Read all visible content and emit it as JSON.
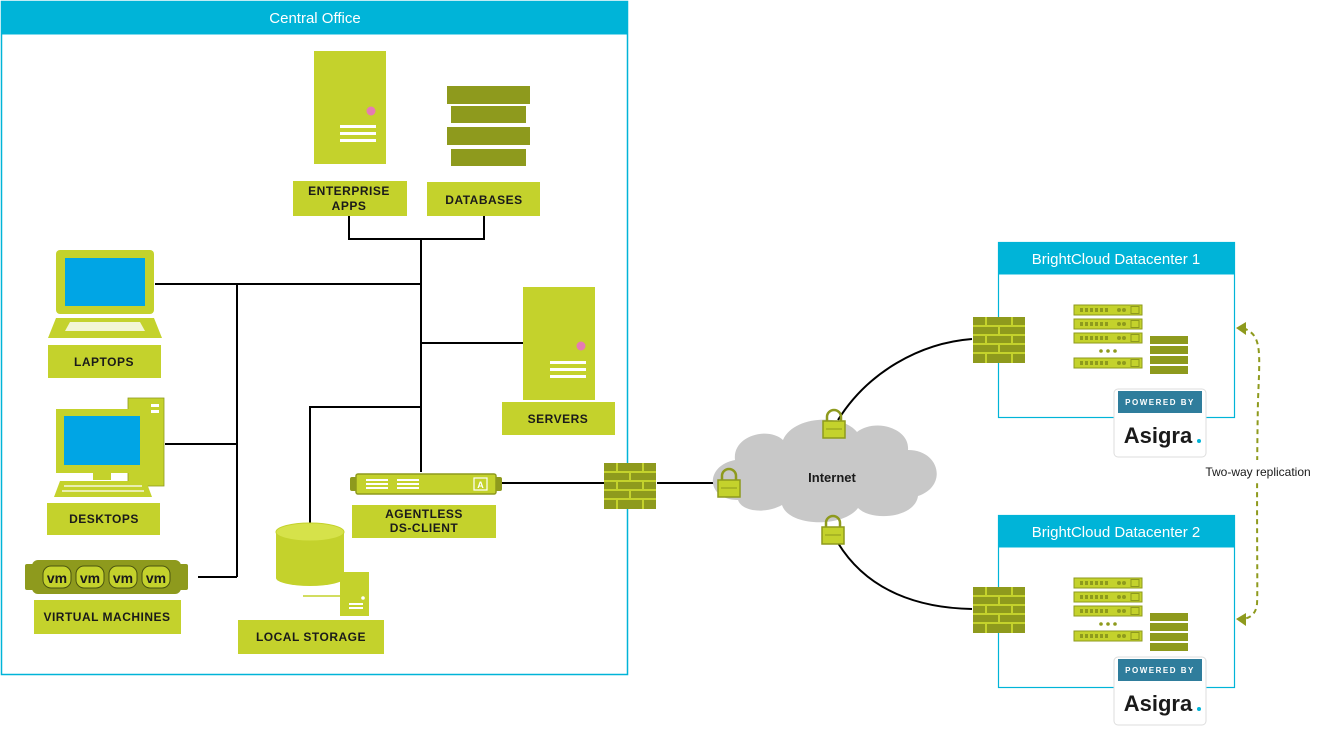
{
  "central_office": {
    "title": "Central Office",
    "labels": {
      "enterprise_apps_1": "ENTERPRISE",
      "enterprise_apps_2": "APPS",
      "databases": "DATABASES",
      "laptops": "LAPTOPS",
      "servers": "SERVERS",
      "desktops": "DESKTOPS",
      "agentless_1": "AGENTLESS",
      "agentless_2": "DS-CLIENT",
      "virtual_machines": "VIRTUAL MACHINES",
      "local_storage": "LOCAL STORAGE",
      "vm": "vm"
    }
  },
  "internet": {
    "label": "Internet"
  },
  "datacenters": [
    {
      "title": "BrightCloud Datacenter 1",
      "badge_top": "POWERED BY",
      "badge_brand": "Asigra"
    },
    {
      "title": "BrightCloud Datacenter 2",
      "badge_top": "POWERED BY",
      "badge_brand": "Asigra"
    }
  ],
  "replication": {
    "label": "Two-way replication"
  },
  "colors": {
    "header": "#00b4d8",
    "device": "#c4d22c",
    "device_dark": "#8e9a1d",
    "screen": "#00a5e5",
    "replication": "#8e9a1d"
  }
}
